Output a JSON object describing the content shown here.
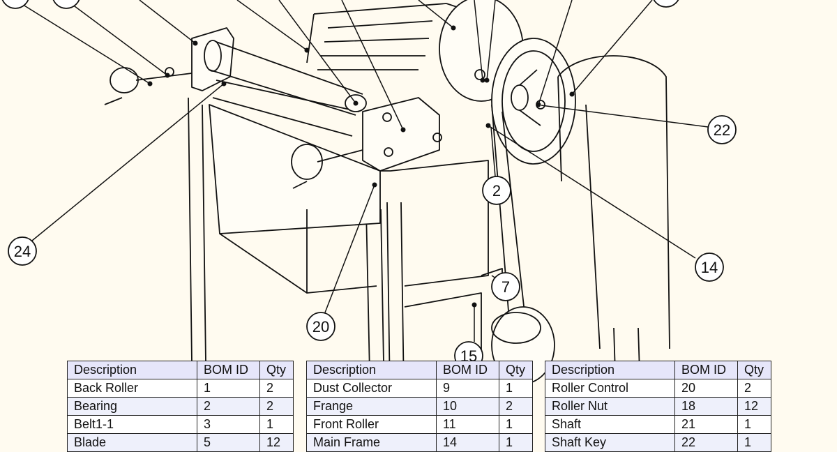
{
  "callouts": [
    "22",
    "2",
    "14",
    "24",
    "7",
    "20",
    "15"
  ],
  "bom_tables": [
    {
      "headers": [
        "Description",
        "BOM ID",
        "Qty"
      ],
      "rows": [
        [
          "Back Roller",
          "1",
          "2"
        ],
        [
          "Bearing",
          "2",
          "2"
        ],
        [
          "Belt1-1",
          "3",
          "1"
        ],
        [
          "Blade",
          "5",
          "12"
        ]
      ]
    },
    {
      "headers": [
        "Description",
        "BOM ID",
        "Qty"
      ],
      "rows": [
        [
          "Dust Collector",
          "9",
          "1"
        ],
        [
          "Frange",
          "10",
          "2"
        ],
        [
          "Front Roller",
          "11",
          "1"
        ],
        [
          "Main Frame",
          "14",
          "1"
        ]
      ]
    },
    {
      "headers": [
        "Description",
        "BOM ID",
        "Qty"
      ],
      "rows": [
        [
          "Roller Control",
          "20",
          "2"
        ],
        [
          "Roller Nut",
          "18",
          "12"
        ],
        [
          "Shaft",
          "21",
          "1"
        ],
        [
          "Shaft Key",
          "22",
          "1"
        ]
      ]
    }
  ],
  "colors": {
    "background": "#fffbf0",
    "line": "#111111",
    "table_header": "#e6e6fa",
    "table_alt_row": "#eef0fb"
  }
}
